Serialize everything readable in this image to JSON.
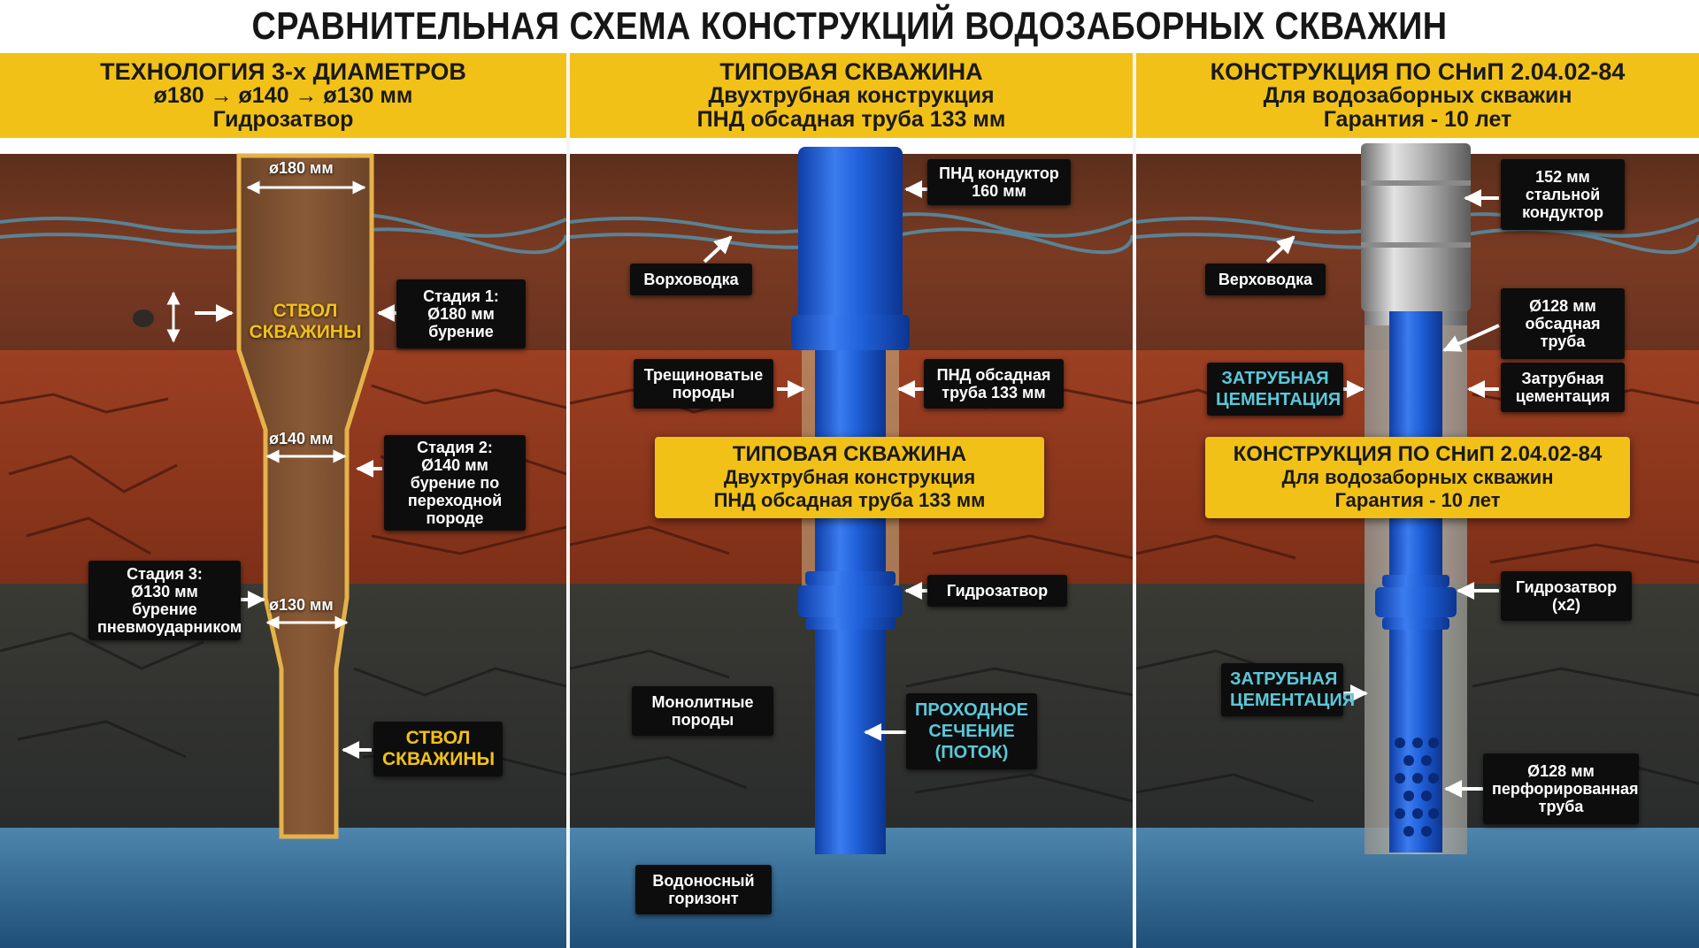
{
  "title": "СРАВНИТЕЛЬНАЯ СХЕМА КОНСТРУКЦИЙ ВОДОЗАБОРНЫХ СКВАЖИН",
  "colors": {
    "header": "#f2c117",
    "label_bg": "#0d0d0d",
    "pipe_blue": "#1e5fd6",
    "cyan_text": "#5ac8d9",
    "gold_text": "#f2c117",
    "water": "#2f6e9c"
  },
  "panels": {
    "left": {
      "header": [
        "ТЕХНОЛОГИЯ 3-х ДИАМЕТРОВ",
        "ø180 → ø140 → ø130 мм",
        "Гидрозатвор"
      ],
      "dims": {
        "d180": "ø180 мм",
        "d140": "ø140 мм",
        "d130": "ø130 мм"
      },
      "bore_label_top": [
        "СТВОЛ",
        "СКВАЖИНЫ"
      ],
      "stage1": [
        "Стадия 1:",
        "Ø180 мм",
        "бурение"
      ],
      "stage2": [
        "Стадия 2:",
        "Ø140 мм",
        "бурение по",
        "переходной",
        "породе"
      ],
      "stage3": [
        "Стадия 3:",
        "Ø130 мм",
        "бурение",
        "пневмоударником"
      ],
      "bore_label_bottom": [
        "СТВОЛ",
        "СКВАЖИНЫ"
      ]
    },
    "middle": {
      "header": [
        "ТИПОВАЯ СКВАЖИНА",
        "Двухтрубная конструкция",
        "ПНД обсадная труба 133 мм"
      ],
      "conductor": [
        "ПНД кондуктор",
        "160 мм"
      ],
      "verkhovodka": "Ворховодка",
      "fractured": [
        "Трещиноватые",
        "породы"
      ],
      "casing": [
        "ПНД обсадная",
        "труба 133 мм"
      ],
      "callout": [
        "ТИПОВАЯ СКВАЖИНА",
        "Двухтрубная конструкция",
        "ПНД обсадная труба 133 мм"
      ],
      "hydroseal": "Гидрозатвор",
      "monolithic": [
        "Монолитные",
        "породы"
      ],
      "flow": [
        "ПРОХОДНОЕ",
        "СЕЧЕНИЕ",
        "(ПОТОК)"
      ],
      "aquifer": [
        "Водоносный",
        "горизонт"
      ]
    },
    "right": {
      "header": [
        "КОНСТРУКЦИЯ ПО СНиП 2.04.02-84",
        "Для водозаборных скважин",
        "Гарантия - 10 лет"
      ],
      "steel": [
        "152 мм",
        "стальной",
        "кондуктор"
      ],
      "verkhovodka": "Верховодка",
      "casing": [
        "Ø128 мм",
        "обсадная",
        "труба"
      ],
      "cement_left": [
        "ЗАТРУБНАЯ",
        "ЦЕМЕНТАЦИЯ"
      ],
      "cement_right": [
        "Затрубная",
        "цементация"
      ],
      "callout": [
        "КОНСТРУКЦИЯ ПО СНиП 2.04.02-84",
        "Для водозаборных скважин",
        "Гарантия - 10 лет"
      ],
      "hydroseal": [
        "Гидрозатвор",
        "(x2)"
      ],
      "cement_lower": [
        "ЗАТРУБНАЯ",
        "ЦЕМЕНТАЦИЯ"
      ],
      "perforated": [
        "Ø128 мм",
        "перфорированная",
        "труба"
      ]
    }
  }
}
